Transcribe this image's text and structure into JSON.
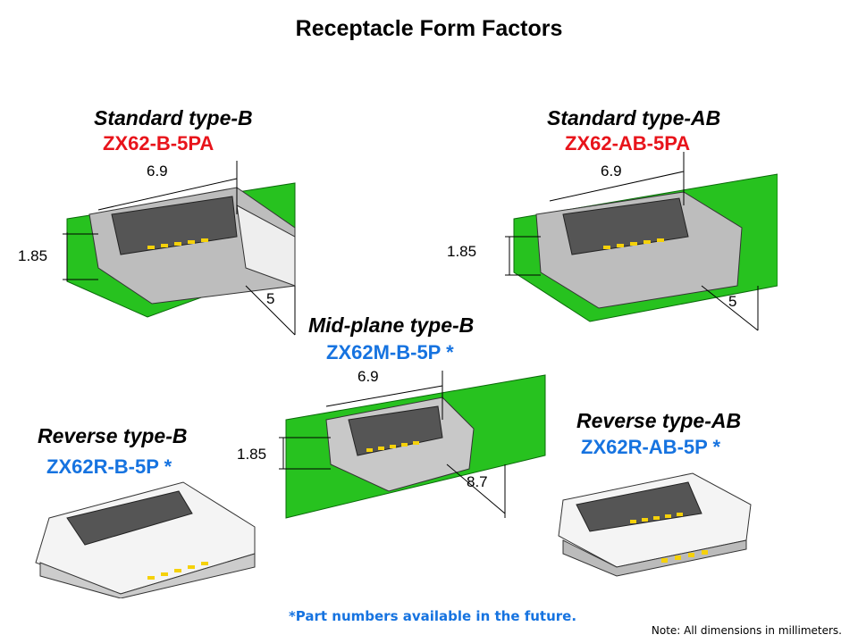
{
  "title": "Receptacle Form Factors",
  "connectors": [
    {
      "name": "Standard type-B",
      "part": "ZX62-B-5PA",
      "part_color": "#e8141b",
      "dims": [
        "6.9",
        "1.85",
        "5"
      ]
    },
    {
      "name": "Standard type-AB",
      "part": "ZX62-AB-5PA",
      "part_color": "#e8141b",
      "dims": [
        "6.9",
        "1.85",
        "5"
      ]
    },
    {
      "name": "Mid-plane type-B",
      "part": "ZX62M-B-5P *",
      "part_color": "#1673e0",
      "dims": [
        "6.9",
        "1.85",
        "8.7"
      ]
    },
    {
      "name": "Reverse type-B",
      "part": "ZX62R-B-5P *",
      "part_color": "#1673e0"
    },
    {
      "name": "Reverse type-AB",
      "part": "ZX62R-AB-5P *",
      "part_color": "#1673e0"
    }
  ],
  "footnote": "*Part numbers available in the future.",
  "note": "Note: All dimensions  in millimeters."
}
